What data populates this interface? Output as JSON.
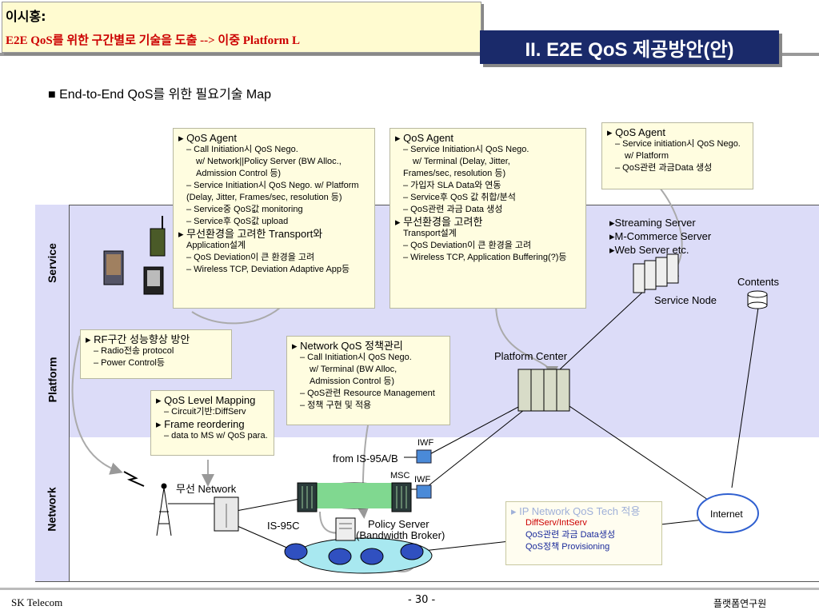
{
  "note": {
    "author": "이시홍:",
    "text": "E2E QoS를 위한 구간별로 기술을 도출  --> 이중 Platform L"
  },
  "title": "II.  E2E QoS 제공방안(안)",
  "subtitle": "■  End-to-End QoS를 위한 필요기술 Map",
  "bands": {
    "service": "Service",
    "platform": "Platform",
    "network": "Network"
  },
  "callouts": {
    "c1": {
      "lines": [
        "▸ QoS Agent",
        "– Call Initiation시 QoS Nego.",
        "w/ Network||Policy Server (BW Alloc.,",
        "Admission Control 등)",
        "– Service Initiation시 QoS Nego. w/ Platform",
        "(Delay, Jitter, Frames/sec, resolution 등)",
        "– Service중 QoS값 monitoring",
        "– Service후 QoS값 upload",
        "▸ 무선환경을 고려한 Transport와",
        "Application설계",
        "– QoS Deviation이 큰 환경을 고려",
        "– Wireless TCP, Deviation Adaptive App등"
      ]
    },
    "c2": {
      "lines": [
        "▸ QoS Agent",
        "– Service Initiation시 QoS Nego.",
        "w/ Terminal (Delay, Jitter,",
        "Frames/sec, resolution 등)",
        "– 가입자 SLA Data와 연동",
        "– Service후 QoS 값 취합/분석",
        "– QoS관련 과금 Data 생성",
        "▸ 무선환경을 고려한",
        "Transport설계",
        "– QoS Deviation이 큰 환경을 고려",
        "– Wireless TCP, Application Buffering(?)등"
      ]
    },
    "c3": {
      "lines": [
        "▸ QoS Agent",
        "– Service initiation시 QoS Nego.",
        "w/ Platform",
        "– QoS관련 과금Data 생성"
      ]
    },
    "c4": {
      "lines": [
        "▸ RF구간 성능향상 방안",
        "– Radio전송 protocol",
        "– Power Control등"
      ]
    },
    "c5": {
      "lines": [
        "▸ Network QoS 정책관리",
        "– Call Initiation시 QoS Nego.",
        "w/ Terminal  (BW Alloc,",
        "Admission Control 등)",
        "– QoS관련 Resource Management",
        "– 정책 구현 및 적용"
      ]
    },
    "c6": {
      "lines": [
        "▸ QoS Level Mapping",
        "– Circuit기반:DiffServ",
        "▸ Frame reordering",
        "– data to MS w/ QoS para."
      ]
    }
  },
  "labels": {
    "servers": [
      "▸Streaming Server",
      "▸M-Commerce Server",
      "▸Web Server etc."
    ],
    "service_node": "Service Node",
    "contents": "Contents",
    "platform_center": "Platform Center",
    "iwf1": "IWF",
    "iwf2": "IWF",
    "from_is95": "from IS-95A/B",
    "msc": "MSC",
    "wireless_network": "무선 Network",
    "is95c": "IS-95C",
    "policy_server": "Policy Server",
    "bandwidth_broker": "(Bandwidth Broker)",
    "internet": "Internet"
  },
  "ip_box": {
    "heading": "▸ IP Network QoS Tech 적용",
    "line1": "DiffServ/IntServ",
    "line2": "QoS관련 과금 Data생성",
    "line3": "QoS정책 Provisioning"
  },
  "footer": {
    "left": "SK Telecom",
    "center": "- 30 -",
    "right": "플랫폼연구원"
  },
  "colors": {
    "band_fill": "#dcdcf8",
    "title_bg": "#1a2a6a",
    "callout_fill": "#fffde0",
    "note_text": "#cc0000"
  }
}
